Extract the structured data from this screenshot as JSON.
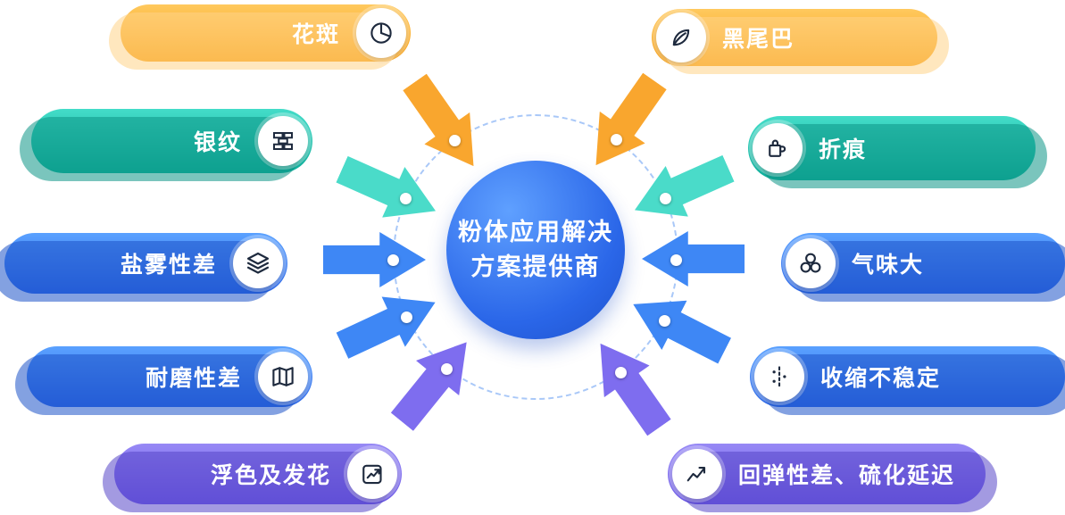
{
  "diagram": {
    "center": {
      "title_line1": "粉体应用解决",
      "title_line2": "方案提供商",
      "color": "#2A66E8"
    },
    "nodes": [
      {
        "label": "花斑",
        "icon": "pie-chart-icon",
        "color": "#F79C0C",
        "position": "top-left"
      },
      {
        "label": "黑尾巴",
        "icon": "leaf-icon",
        "color": "#F79C0C",
        "position": "top-right"
      },
      {
        "label": "银纹",
        "icon": "bricks-icon",
        "color": "#0FAE9B",
        "position": "upper-left"
      },
      {
        "label": "折痕",
        "icon": "puzzle-icon",
        "color": "#0FAE9B",
        "position": "upper-right"
      },
      {
        "label": "盐雾性差",
        "icon": "layers-icon",
        "color": "#2D68E8",
        "position": "middle-left"
      },
      {
        "label": "气味大",
        "icon": "bubbles-icon",
        "color": "#2D68E8",
        "position": "middle-right"
      },
      {
        "label": "耐磨性差",
        "icon": "map-icon",
        "color": "#2D68E8",
        "position": "lower-left"
      },
      {
        "label": "收缩不稳定",
        "icon": "shrink-icon",
        "color": "#2D68E8",
        "position": "lower-right"
      },
      {
        "label": "浮色及发花",
        "icon": "trend-box-icon",
        "color": "#6C59E8",
        "position": "bottom-left"
      },
      {
        "label": "回弹性差、硫化延迟",
        "icon": "chart-up-icon",
        "color": "#6C59E8",
        "position": "bottom-right"
      }
    ],
    "background_color": "#FFFFFF"
  }
}
